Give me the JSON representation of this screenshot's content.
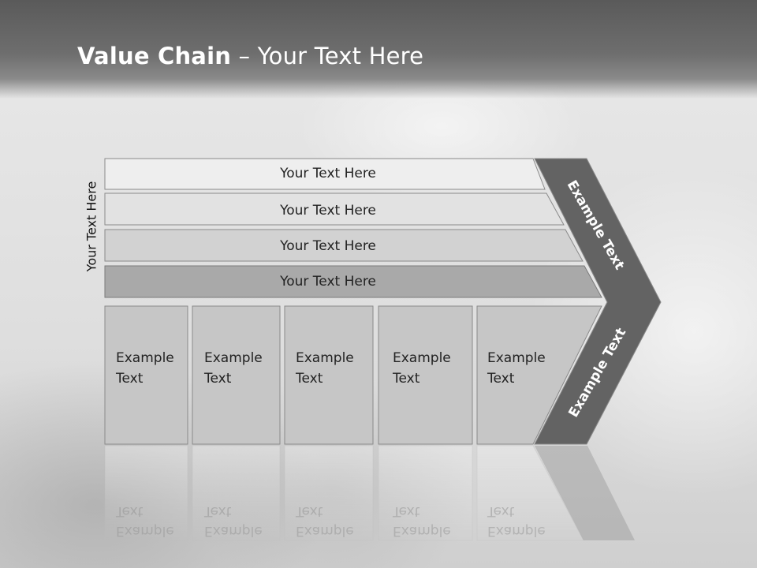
{
  "slide": {
    "title_bold": "Value Chain",
    "title_rest": " – Your Text Here",
    "side_label": "Your Text Here"
  },
  "bars": [
    {
      "label": "Your Text Here"
    },
    {
      "label": "Your Text Here"
    },
    {
      "label": "Your Text Here"
    },
    {
      "label": "Your Text Here"
    }
  ],
  "columns": [
    {
      "line1": "Example",
      "line2": "Text"
    },
    {
      "line1": "Example",
      "line2": "Text"
    },
    {
      "line1": "Example",
      "line2": "Text"
    },
    {
      "line1": "Example",
      "line2": "Text"
    },
    {
      "line1": "Example",
      "line2": "Text"
    }
  ],
  "chevron": {
    "upper_label": "Example Text",
    "lower_label": "Example Text"
  },
  "colors": {
    "header": "#6a6a6a",
    "bar_1": "#eeeeee",
    "bar_2": "#e2e2e2",
    "bar_3": "#d2d2d2",
    "bar_4": "#a9a9a9",
    "column": "#c6c6c6",
    "chevron": "#636363"
  }
}
